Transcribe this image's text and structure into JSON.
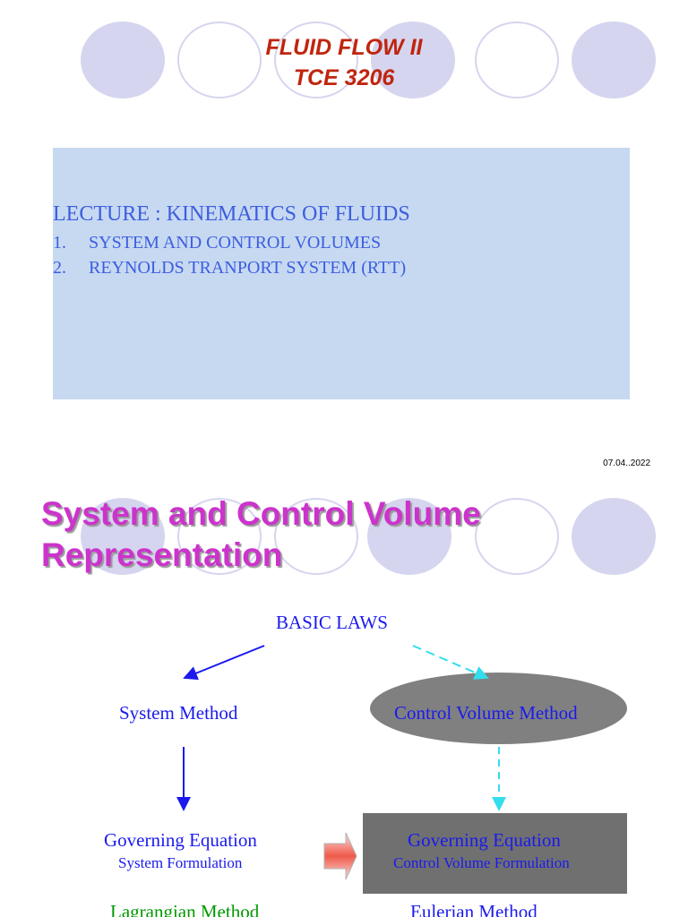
{
  "slide1": {
    "course_title": "FLUID FLOW II",
    "course_code": "TCE 3206",
    "lecture_heading": "LECTURE : KINEMATICS OF FLUIDS",
    "topics": [
      {
        "number": "1.",
        "text": "SYSTEM AND CONTROL VOLUMES"
      },
      {
        "number": "2.",
        "text": "REYNOLDS TRANPORT SYSTEM (RTT)"
      }
    ],
    "date": "07.04..2022",
    "colors": {
      "title": "#c0250e",
      "box": "#c6d9f1",
      "text": "#3d5de0",
      "circles": "#d5d5ef"
    }
  },
  "slide2": {
    "title_line1": "System and Control Volume",
    "title_line2": "Representation",
    "diagram": {
      "basic_laws": "BASIC LAWS",
      "system_method": "System Method",
      "control_volume_method": "Control Volume Method",
      "governing_equation_left": "Governing Equation",
      "system_formulation": "System Formulation",
      "governing_equation_right": "Governing Equation",
      "control_volume_formulation": "Control Volume Formulation",
      "lagrangian_method": "Lagrangian Method",
      "eulerian_method": "Eulerian Method"
    },
    "colors": {
      "title": "#cc33cc",
      "text": "#1a1aee",
      "dashed_arrow": "#33ddee",
      "green": "#009900"
    }
  }
}
